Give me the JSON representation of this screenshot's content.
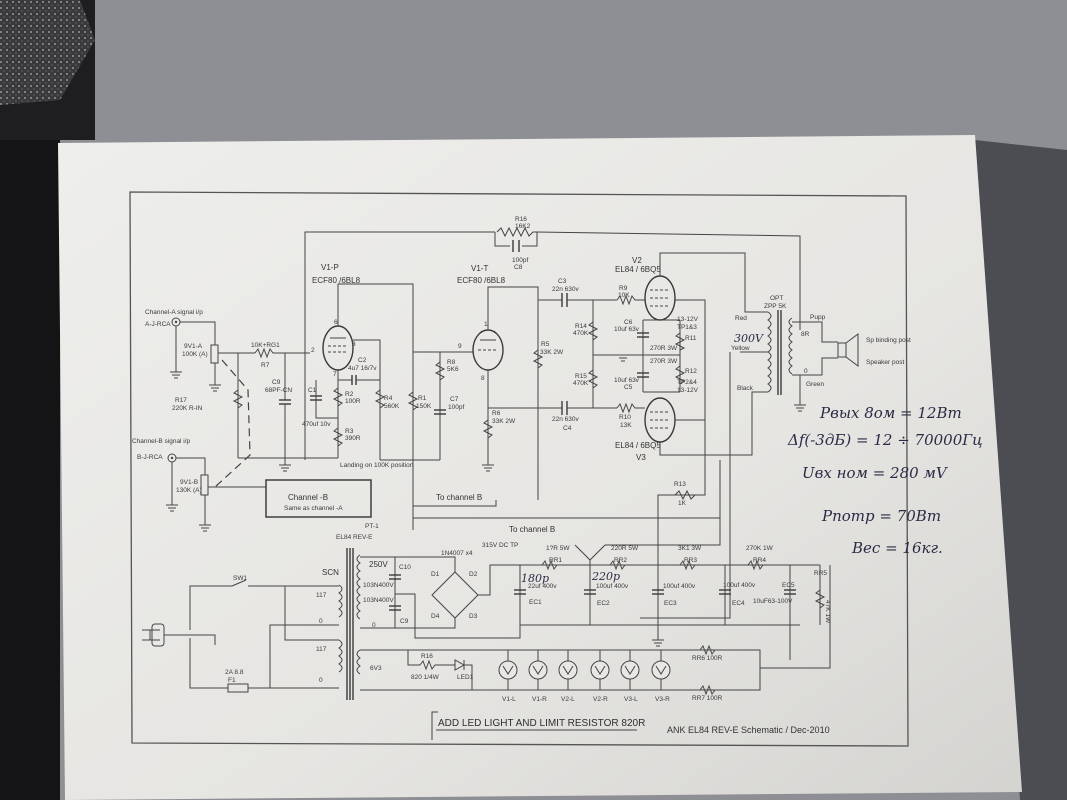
{
  "title": "ANK EL84 REV-E Schematic / Dec-2010",
  "note_banner": "ADD LED LIGHT AND LIMIT RESISTOR 820R",
  "input": {
    "ch_a": "Channel-A signal i/p",
    "ch_a_jack": "A-J-RCA",
    "ch_a_pot": "9V1-A",
    "ch_a_pot_val": "100K (A)",
    "ch_b": "Channel-B signal i/p",
    "ch_b_jack": "B-J-RCA",
    "ch_b_pot": "9V1-B",
    "ch_b_pot_val": "130K (A)",
    "ch_b_box": "Channel -B",
    "ch_b_box_sub": "Same as channel -A",
    "r7_val": "10K+RG1",
    "r7": "R7",
    "c9": "C9",
    "c9_val": "68PF-CN",
    "r17": "R17",
    "r17_val": "220K R-IN"
  },
  "driver": {
    "v1p": "V1-P",
    "v1p_type": "ECF80 /6BL8",
    "v1t": "V1-T",
    "v1t_type": "ECF80 /6BL8",
    "pin6": "6",
    "pin3": "3",
    "pin2": "2",
    "pin7": "7",
    "pin1": "1",
    "pin9": "9",
    "pin8": "8",
    "c2": "C2",
    "c2_val": "4u7 16/7v",
    "c1": "C1",
    "c1_val": "470uf 10v",
    "r2": "R2",
    "r2_val": "100R",
    "r3": "R3",
    "r3_val": "390R",
    "r4": "R4",
    "r4_val": "560K",
    "r1": "R1",
    "r1_val": "150K",
    "r8": "R8",
    "r8_val": "5K6",
    "c7": "C7",
    "c7_val": "100pf",
    "landing": "Landing on 100K position",
    "r16": "R16",
    "r16_val": "16K2",
    "c8_val": "100pf",
    "c8": "C8",
    "r5": "R5",
    "r5_val": "33K 2W",
    "r6": "R6",
    "r6_val": "33K 2W",
    "to_ch_b_1": "To channel B",
    "to_ch_b_2": "To channel B"
  },
  "output": {
    "c3": "C3",
    "c3_val": "22n 630v",
    "c4": "C4",
    "c4_val": "22n 630v",
    "r9": "R9",
    "r9_val": "10K",
    "r10": "R10",
    "r10_val": "13K",
    "r14": "R14",
    "r14_val": "470K",
    "r15": "R15",
    "r15_val": "470K",
    "v2": "V2",
    "v2_type": "EL84 / 6BQ5",
    "v3": "V3",
    "v3_type": "EL84 / 6BQ5",
    "c6": "C6",
    "c6_val": "10uf 63v",
    "c5": "C5",
    "c5_val": "10uf 63v",
    "tp13": "13-12V",
    "tp13b": "TP1&3",
    "tp24": "TP2&4",
    "tp24b": "13-12V",
    "r11": "R11",
    "r12": "R12",
    "r11_val": "270R 3W",
    "r12_val": "270R 3W",
    "r13": "R13",
    "r13_val": "1K",
    "opt": "OPT",
    "opt_val": "ZPP 5K",
    "red": "Red",
    "yellow": "Yellow",
    "black": "Black",
    "pupp": "Pupp",
    "tap8": "8R",
    "tap0": "0",
    "green": "Green",
    "sp1": "Sp binding post",
    "sp2": "Speaker post",
    "hv_note": "300V"
  },
  "power": {
    "pt": "PT-1",
    "pt_name": "EL84 REV-E",
    "scn": "SCN",
    "p117a": "117",
    "p0a": "0",
    "p117b": "117",
    "p0b": "0",
    "s250": "250V",
    "s0": "0",
    "s6v3": "6V3",
    "c10": "C10",
    "c10_val": "103N400V",
    "c9_val": "103N400V",
    "c9": "C9",
    "bridge": "1N4007 x4",
    "d1": "D1",
    "d2": "D2",
    "d3": "D3",
    "d4": "D4",
    "sw1": "SW1",
    "fuse": "2A 8.8",
    "f1": "F1",
    "r16": "R16",
    "r16_val": "820 1/4W",
    "led": "LED1",
    "dc_tp": "315V DC TP",
    "rr1": "RR1",
    "rr1_val": "1?R 5W",
    "rr2": "RR2",
    "rr2_val": "220R 5W",
    "rr3": "RR3",
    "rr3_val": "3K1 3W",
    "rr4": "RR4",
    "rr4_val": "270K 1W",
    "rr5": "RR5",
    "rr5_val": "47K 1W",
    "ec1": "EC1",
    "ec1_val": "22uf 400v",
    "ec1_hw": "180p",
    "ec2": "EC2",
    "ec2_val": "100uf 400v",
    "ec2_hw": "220p",
    "ec3": "EC3",
    "ec3_val": "100uf 400v",
    "ec4": "EC4",
    "ec4_val": "100uf 400v",
    "ec5": "EC5",
    "ec5_val": "10uF63-100V",
    "rr6": "RR6  100R",
    "rr7": "RR7  100R",
    "heaters": [
      "V1-L",
      "V1-R",
      "V2-L",
      "V2-R",
      "V3-L",
      "V3-R"
    ]
  },
  "handwritten_notes": [
    "Pвых 8ом = 12Вт",
    "Δf(-3дБ) = 12 ÷ 70000Гц",
    "Uвх ном = 280 мV",
    "Pпотр = 70Вт",
    "Вес = 16кг."
  ]
}
